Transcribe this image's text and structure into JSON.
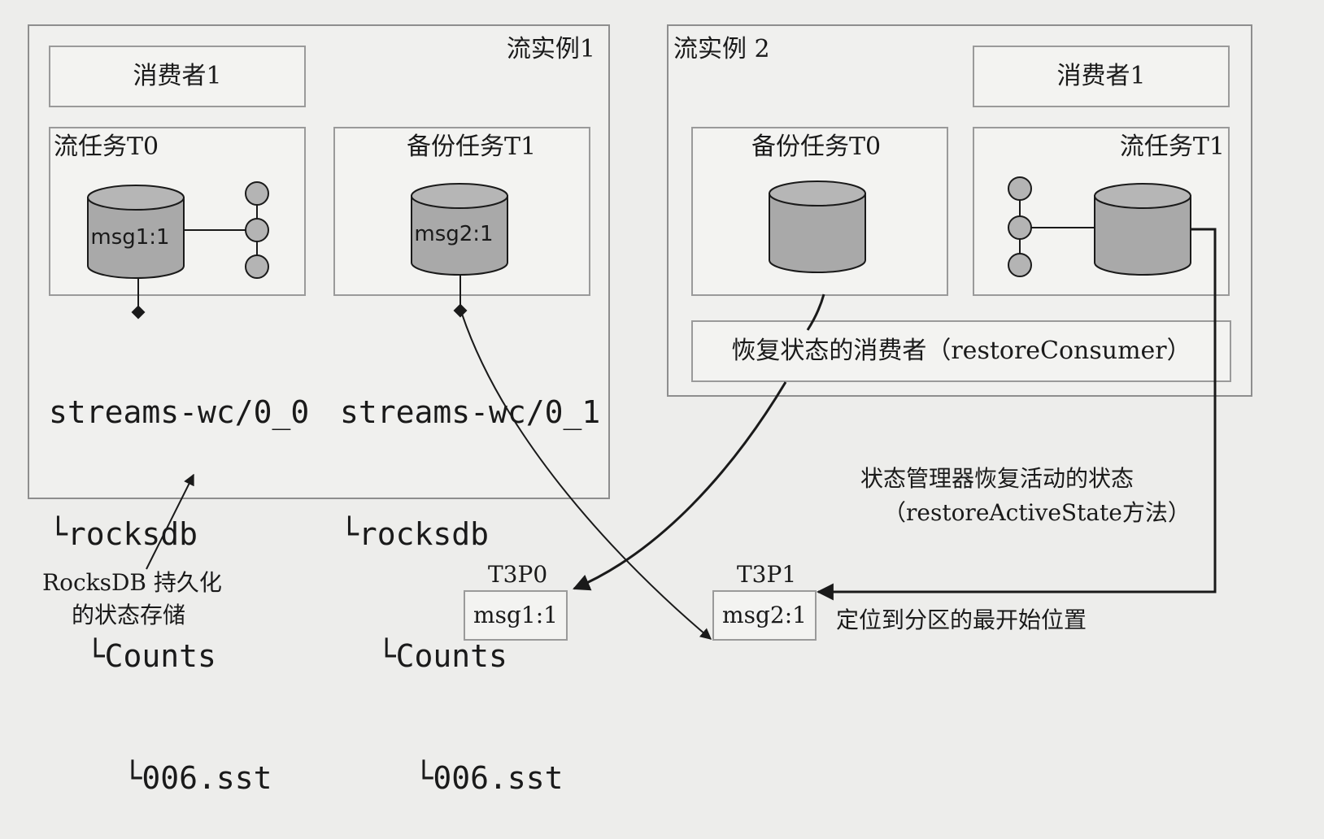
{
  "instance1": {
    "title": "流实例1",
    "consumer": "消费者1",
    "task0": {
      "title": "流任务T0",
      "store_label": "msg1:1"
    },
    "task1": {
      "title": "备份任务T1",
      "store_label": "msg2:1"
    },
    "tree0": [
      "streams-wc/0_0",
      "└rocksdb",
      "  └Counts",
      "    └006.sst"
    ],
    "tree1": [
      "streams-wc/0_1",
      "└rocksdb",
      "  └Counts",
      "    └006.sst"
    ]
  },
  "instance2": {
    "title": "流实例 2",
    "consumer": "消费者1",
    "task0": {
      "title": "备份任务T0"
    },
    "task1": {
      "title": "流任务T1"
    },
    "restore_consumer": "恢复状态的消费者（restoreConsumer）"
  },
  "annotations": {
    "rocksdb_line1": "RocksDB  持久化",
    "rocksdb_line2": "的状态存储",
    "state_manager_line1": "状态管理器恢复活动的状态",
    "state_manager_line2": "（restoreActiveState方法）",
    "seek_to_beginning": "定位到分区的最开始位置"
  },
  "partitions": [
    {
      "title": "T3P0",
      "value": "msg1:1"
    },
    {
      "title": "T3P1",
      "value": "msg2:1"
    }
  ],
  "colors": {
    "cylinder": "#a9a9a9",
    "border": "#8e8e8e",
    "line": "#1a1a1a"
  }
}
